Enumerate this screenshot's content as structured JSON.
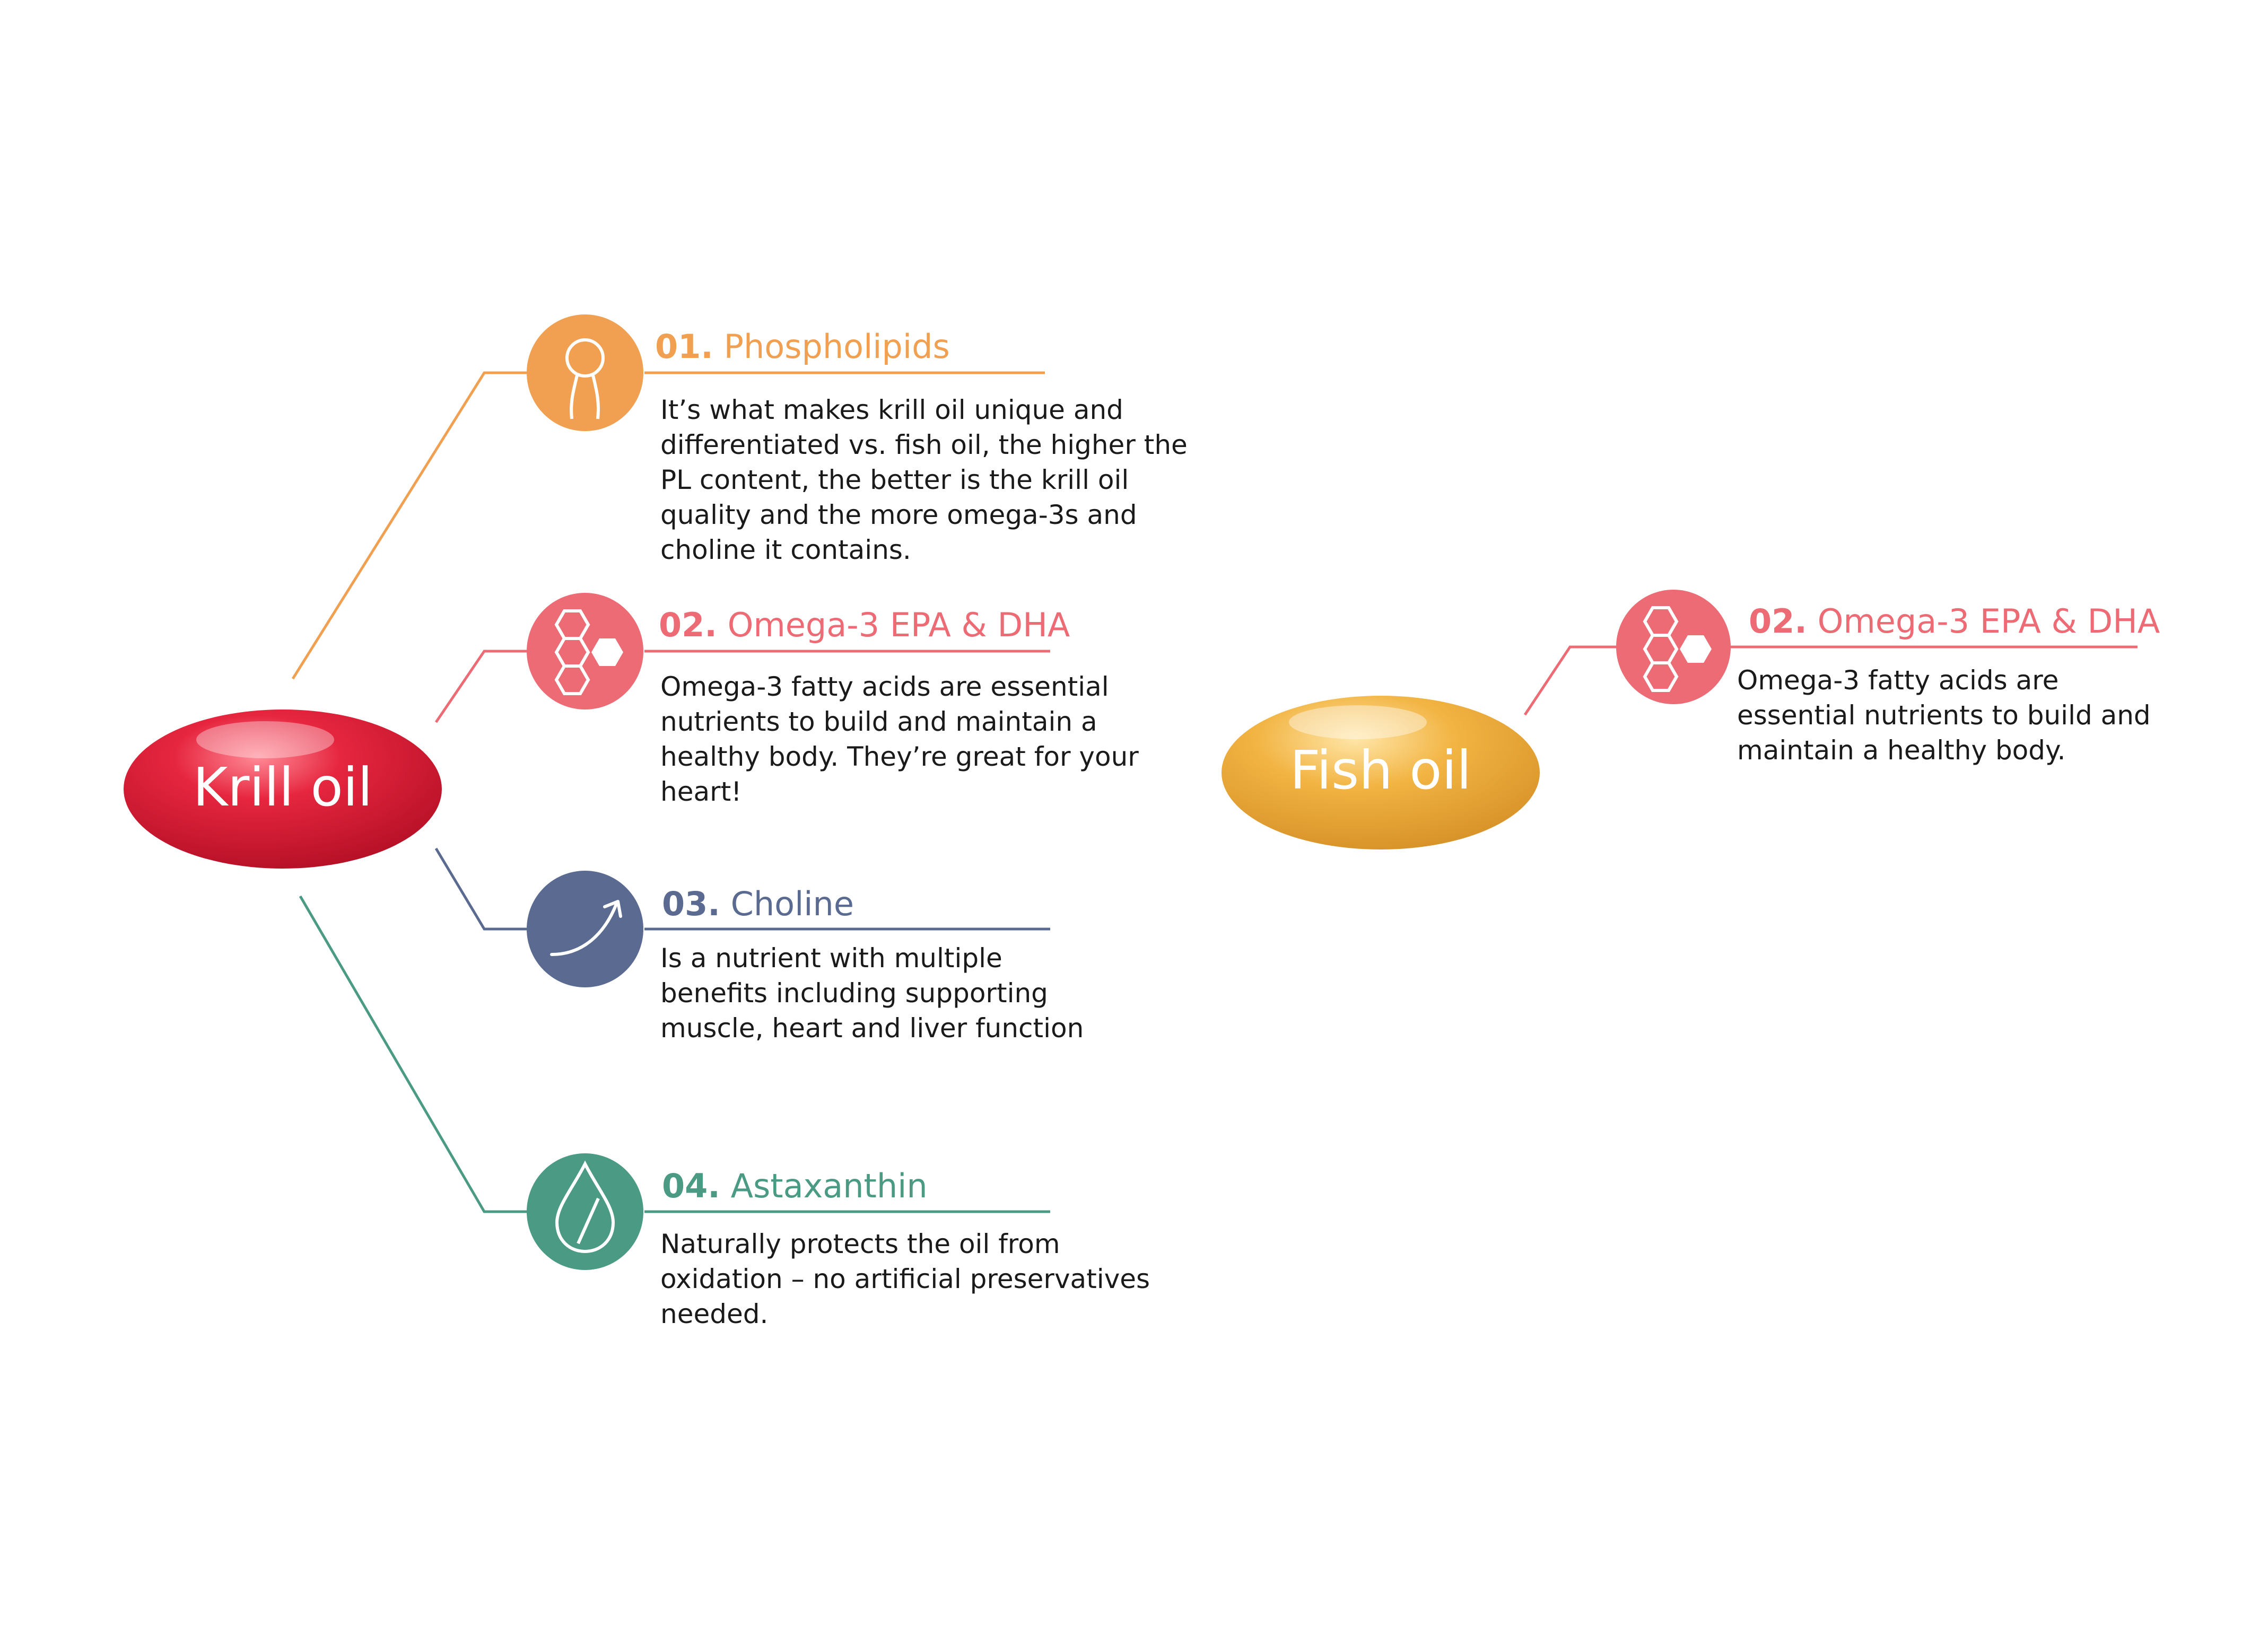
{
  "krill": {
    "title": "Krill oil",
    "color": "#d91e36",
    "items": [
      {
        "number": "01.",
        "title": "Phospholipids",
        "color": "#f0a050",
        "icon": "phospholipid-icon",
        "text": "It’s what makes krill oil unique and differentiated vs. fish oil, the higher the PL content, the better is the krill oil quality and the more omega-3s and choline it contains."
      },
      {
        "number": "02.",
        "title": "Omega-3 EPA & DHA",
        "color": "#ec6b74",
        "icon": "hexagon-molecule-icon",
        "text": "Omega-3 fatty acids are essential nutrients to build and maintain a healthy body. They’re great for your heart!"
      },
      {
        "number": "03.",
        "title": "Choline",
        "color": "#5a6a90",
        "icon": "arrow-curve-icon",
        "text": "Is a nutrient with multiple benefits including supporting muscle, heart and liver function"
      },
      {
        "number": "04.",
        "title": "Astaxanthin",
        "color": "#4a9a84",
        "icon": "drop-icon",
        "text": "Naturally protects the oil from oxidation – no artificial preservatives needed."
      }
    ]
  },
  "fish": {
    "title": "Fish oil",
    "color": "#eba63a",
    "items": [
      {
        "number": "02.",
        "title": "Omega-3 EPA & DHA",
        "color": "#ec6b74",
        "icon": "hexagon-molecule-icon",
        "text": "Omega-3 fatty acids are essential nutrients to build and maintain a healthy body."
      }
    ]
  }
}
